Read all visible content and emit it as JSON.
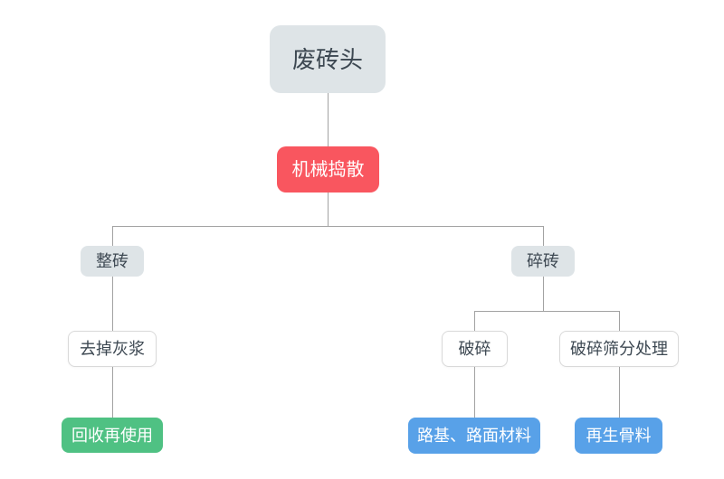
{
  "diagram": {
    "nodes": {
      "root": {
        "label": "废砖头"
      },
      "process": {
        "label": "机械捣散"
      },
      "whole_brick": {
        "label": "整砖"
      },
      "broken_brick": {
        "label": "碎砖"
      },
      "remove_mortar": {
        "label": "去掉灰浆"
      },
      "recycle_reuse": {
        "label": "回收再使用"
      },
      "crush": {
        "label": "破碎"
      },
      "crush_screening": {
        "label": "破碎筛分处理"
      },
      "road_materials": {
        "label": "路基、路面材料"
      },
      "recycled_aggregate": {
        "label": "再生骨料"
      }
    },
    "edges": [
      {
        "from": "废砖头",
        "to": "机械捣散"
      },
      {
        "from": "机械捣散",
        "to": "整砖"
      },
      {
        "from": "机械捣散",
        "to": "碎砖"
      },
      {
        "from": "整砖",
        "to": "去掉灰浆"
      },
      {
        "from": "去掉灰浆",
        "to": "回收再使用"
      },
      {
        "from": "碎砖",
        "to": "破碎"
      },
      {
        "from": "碎砖",
        "to": "破碎筛分处理"
      },
      {
        "from": "破碎",
        "to": "路基、路面材料"
      },
      {
        "from": "破碎筛分处理",
        "to": "再生骨料"
      }
    ],
    "colors": {
      "node_gray": "#dee4e7",
      "accent_red": "#f9565f",
      "accent_green": "#4fc183",
      "accent_blue": "#58a1e8",
      "white_node_border": "#d9d9d9",
      "connector": "#a2a2a2",
      "text_dark": "#3d4852",
      "text_light": "#ffffff",
      "background": "#ffffff"
    }
  }
}
